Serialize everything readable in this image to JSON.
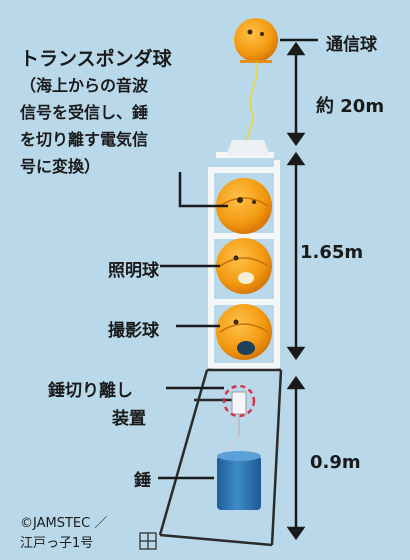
{
  "labels": {
    "transponder_title": "トランスポンダ球",
    "transponder_desc": "（海上からの音波\n信号を受信し、錘\nを切り離す電気信\n号に変換）",
    "comm_sphere": "通信球",
    "distance_top": "約 20m",
    "light_sphere": "照明球",
    "camera_sphere": "撮影球",
    "frame_height": "1.65m",
    "release_device_line1": "錘切り離し",
    "release_device_line2": "装置",
    "weight": "錘",
    "bottom_height": "0.9m"
  },
  "credit": {
    "line1": "©JAMSTEC ／",
    "line2": "江戸っ子1号"
  },
  "colors": {
    "background": "#b9d9ea",
    "sphere_orange": "#f5a21a",
    "weight_blue": "#2f78b8",
    "frame_white": "#f4f6f8",
    "release_marker": "#d6334d"
  }
}
